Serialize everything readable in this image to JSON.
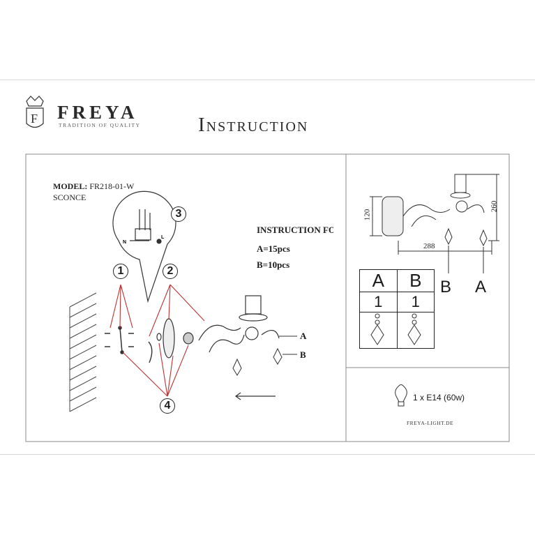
{
  "header": {
    "brand": "FREYA",
    "tagline": "TRADITION OF QUALITY",
    "title": "Instruction"
  },
  "product": {
    "model_label": "MODEL:",
    "model_value": "FR218-01-W",
    "type": "SCONCE"
  },
  "instructions": {
    "heading": "INSTRUCTION FO",
    "qty_a": "A=15pcs",
    "qty_b": "B=10pcs",
    "marker_a": "A",
    "marker_b": "B"
  },
  "steps": [
    "1",
    "2",
    "3",
    "4"
  ],
  "wiring": {
    "n": "N",
    "l": "L"
  },
  "dimensions": {
    "height_base": "120",
    "width": "288",
    "height_total": "260"
  },
  "parts_table": {
    "headers": [
      "A",
      "B"
    ],
    "counts": [
      "1",
      "1"
    ],
    "side_labels": [
      "B",
      "A"
    ]
  },
  "bulb": {
    "spec": "1 x E14 (60w)"
  },
  "footer": {
    "website": "FREYA-LIGHT.DE"
  }
}
